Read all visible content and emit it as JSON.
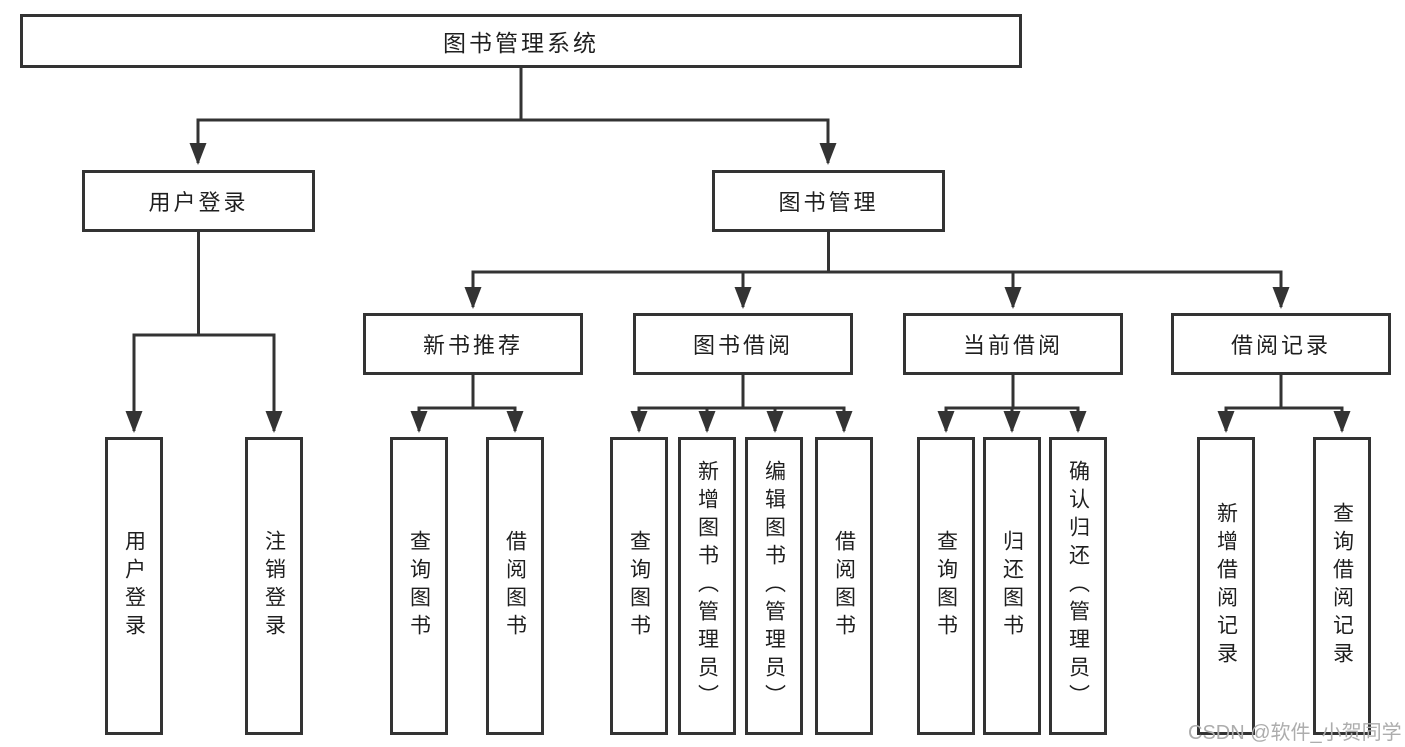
{
  "colors": {
    "line": "#333333",
    "text": "#1f1f1f",
    "watermark": "#adadad",
    "background": "#ffffff"
  },
  "watermark": {
    "text": "CSDN @软件_小贺同学"
  },
  "tree": {
    "label": "图书管理系统",
    "children": [
      {
        "label": "用户登录",
        "children": [
          {
            "label": "用户登录"
          },
          {
            "label": "注销登录"
          }
        ]
      },
      {
        "label": "图书管理",
        "children": [
          {
            "label": "新书推荐",
            "children": [
              {
                "label": "查询图书"
              },
              {
                "label": "借阅图书"
              }
            ]
          },
          {
            "label": "图书借阅",
            "children": [
              {
                "label": "查询图书"
              },
              {
                "label": "新增图书（管理员）"
              },
              {
                "label": "编辑图书（管理员）"
              },
              {
                "label": "借阅图书"
              }
            ]
          },
          {
            "label": "当前借阅",
            "children": [
              {
                "label": "查询图书"
              },
              {
                "label": "归还图书"
              },
              {
                "label": "确认归还（管理员）"
              }
            ]
          },
          {
            "label": "借阅记录",
            "children": [
              {
                "label": "新增借阅记录"
              },
              {
                "label": "查询借阅记录"
              }
            ]
          }
        ]
      }
    ]
  }
}
